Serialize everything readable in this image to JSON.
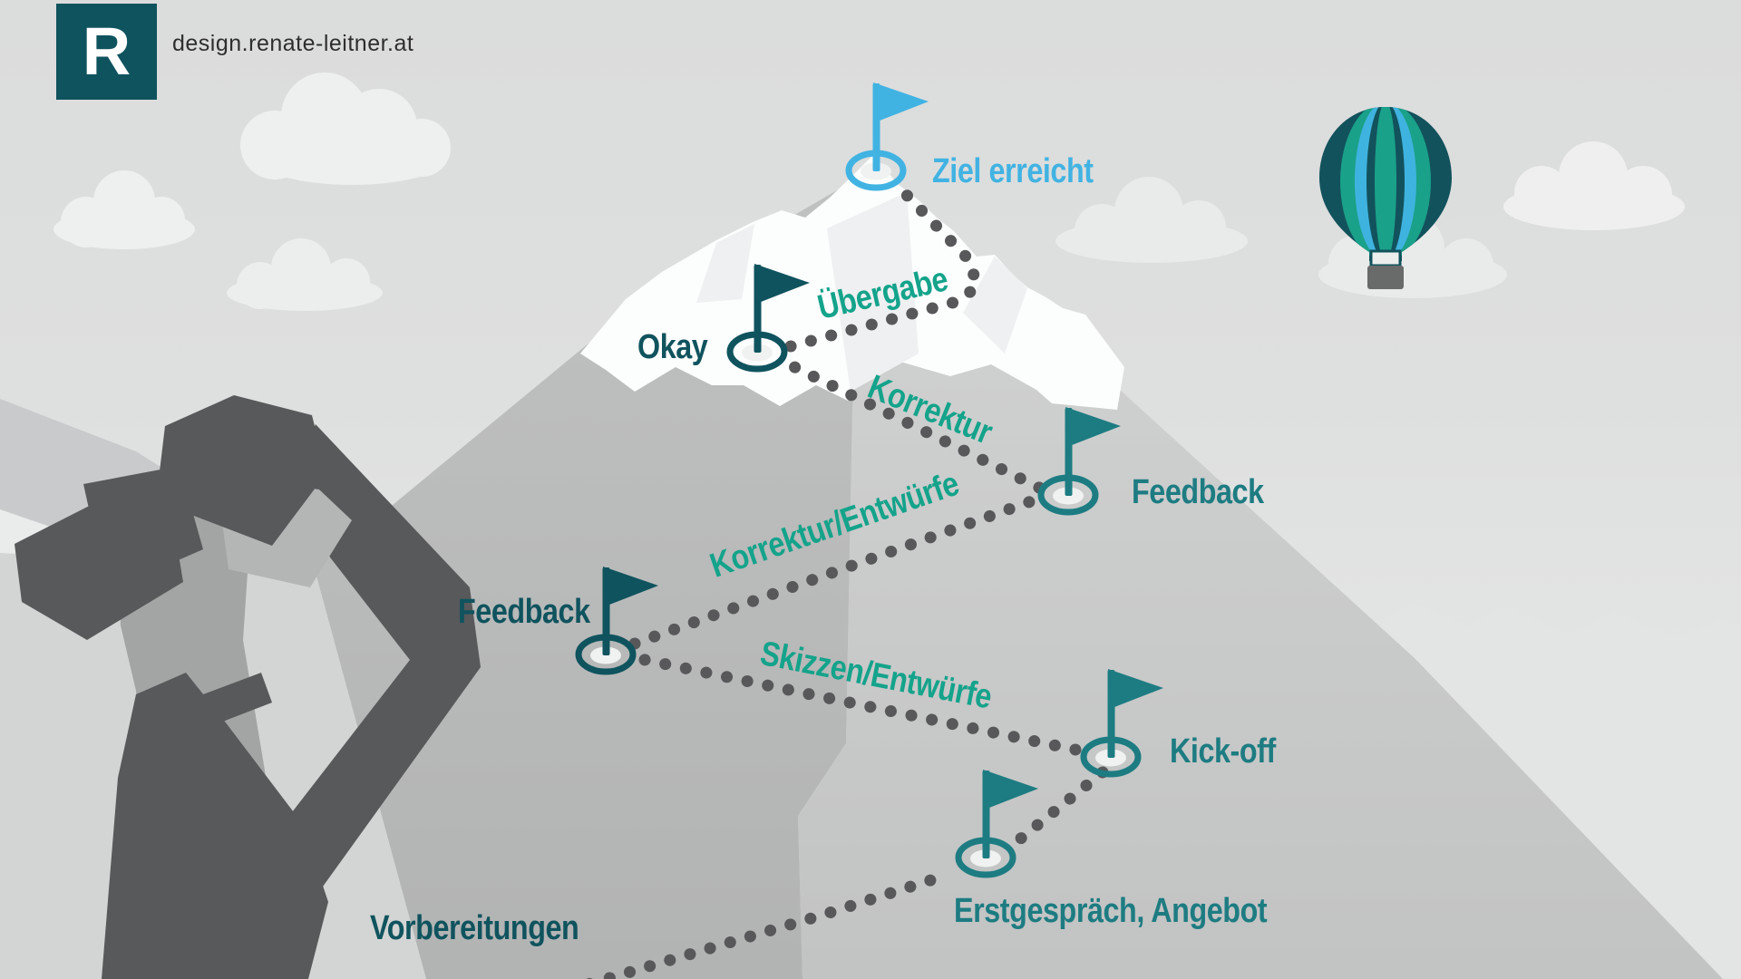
{
  "brand": {
    "logo_letter": "R",
    "site_url": "design.renate-leitner.at"
  },
  "colors": {
    "cyan": "#41b3e2",
    "teal": "#1d7c82",
    "dark_teal": "#0f535e",
    "green": "#14a38b",
    "dot_gray": "#58585a",
    "flag_inner": "#f0f1f1"
  },
  "milestones": [
    {
      "id": "start",
      "label": "Erstgespräch, Angebot",
      "flag_color": "teal"
    },
    {
      "id": "kickoff",
      "label": "Kick-off",
      "flag_color": "teal"
    },
    {
      "id": "feedback-lower",
      "label": "Feedback",
      "flag_color": "dark_teal"
    },
    {
      "id": "feedback-upper",
      "label": "Feedback",
      "flag_color": "teal"
    },
    {
      "id": "okay",
      "label": "Okay",
      "flag_color": "dark_teal"
    },
    {
      "id": "goal",
      "label": "Ziel erreicht",
      "flag_color": "cyan"
    }
  ],
  "path_labels": [
    {
      "id": "vorbereitungen",
      "label": "Vorbereitungen"
    },
    {
      "id": "skizzen",
      "label": "Skizzen/Entwürfe"
    },
    {
      "id": "korrektur-entwuerfe",
      "label": "Korrektur/Entwürfe"
    },
    {
      "id": "korrektur",
      "label": "Korrektur"
    },
    {
      "id": "uebergabe",
      "label": "Übergabe"
    }
  ],
  "scene_icons": {
    "balloon": "hot-air-balloon",
    "figure": "person-with-binoculars",
    "summit": "snow-capped-mountain"
  }
}
